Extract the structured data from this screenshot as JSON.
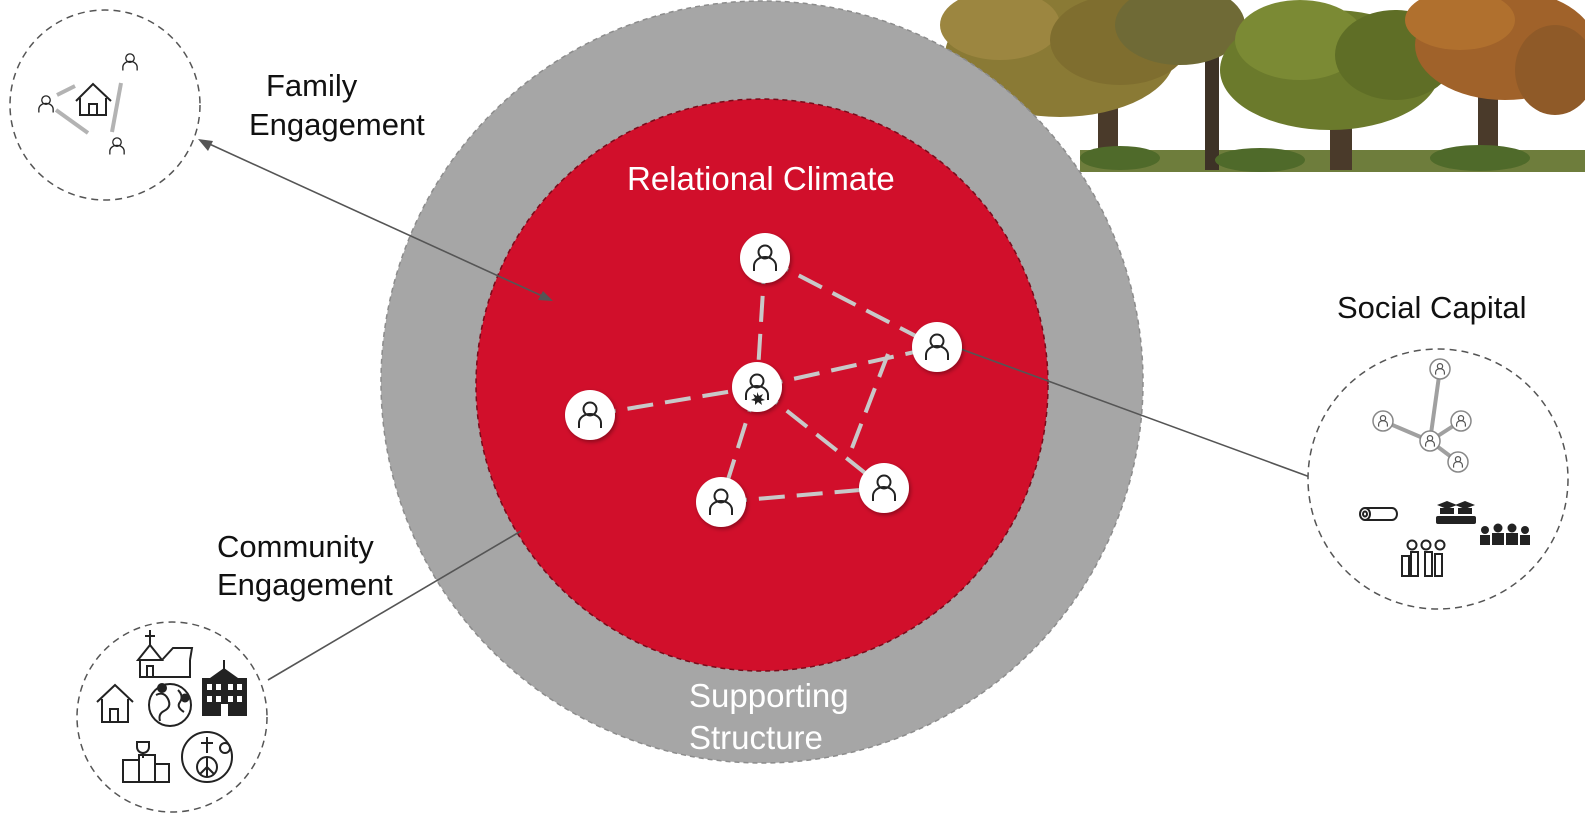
{
  "labels": {
    "relational_climate": "Relational Climate",
    "supporting_structure_line1": "Supporting",
    "supporting_structure_line2": "Structure",
    "family_line1": "Family",
    "family_line2": "Engagement",
    "community_line1": "Community",
    "community_line2": "Engagement",
    "social_capital": "Social Capital"
  },
  "colors": {
    "inner_circle": "#d10f2b",
    "outer_circle": "#a6a6a6",
    "dashed_link": "#c8c8c8",
    "connector": "#555555",
    "background": "#ffffff"
  },
  "nodes": {
    "center": "person-with-spark-icon",
    "others": [
      "person-icon",
      "person-icon",
      "person-icon",
      "person-icon",
      "person-icon"
    ]
  },
  "icons": {
    "family": [
      "person-icon",
      "person-icon",
      "person-icon",
      "house-icon"
    ],
    "community": [
      "church-icon",
      "house-icon",
      "globe-icon",
      "school-icon",
      "trophy-podium-icon",
      "faith-symbols-icon"
    ],
    "social_capital": [
      "network-icon",
      "log-icon",
      "graduates-icon",
      "group-icon",
      "money-people-icon"
    ],
    "decoration": "trees-image"
  }
}
